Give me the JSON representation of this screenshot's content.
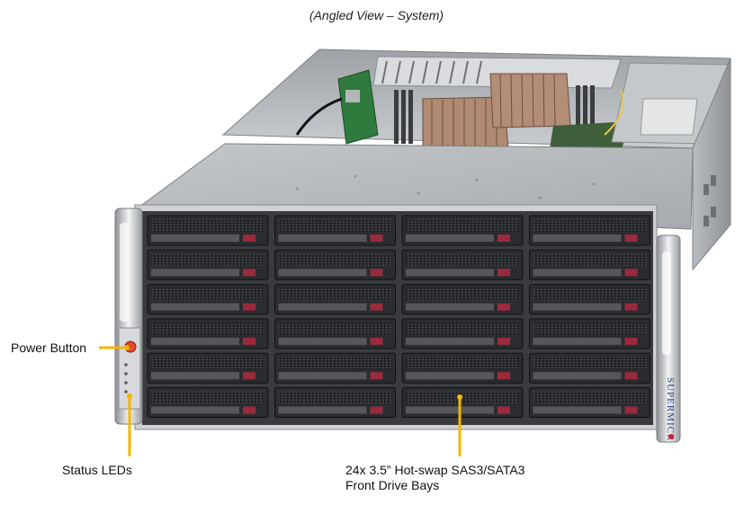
{
  "caption": "(Angled View – System)",
  "callouts": {
    "power_button": "Power Button",
    "status_leds": "Status LEDs",
    "drive_bays_line1": "24x 3.5” Hot-swap SAS3/SATA3",
    "drive_bays_line2": "Front Drive Bays"
  },
  "brand": "SUPERMICR",
  "drive_bays": {
    "columns": 4,
    "rows": 6
  },
  "colors": {
    "callout": "#f5b400",
    "chassis": "#b5b8bc",
    "bay": "#2b2c2f",
    "latch": "#9a2a3d",
    "brand": "#1f3f8f",
    "power_led": "#e24a2a"
  }
}
